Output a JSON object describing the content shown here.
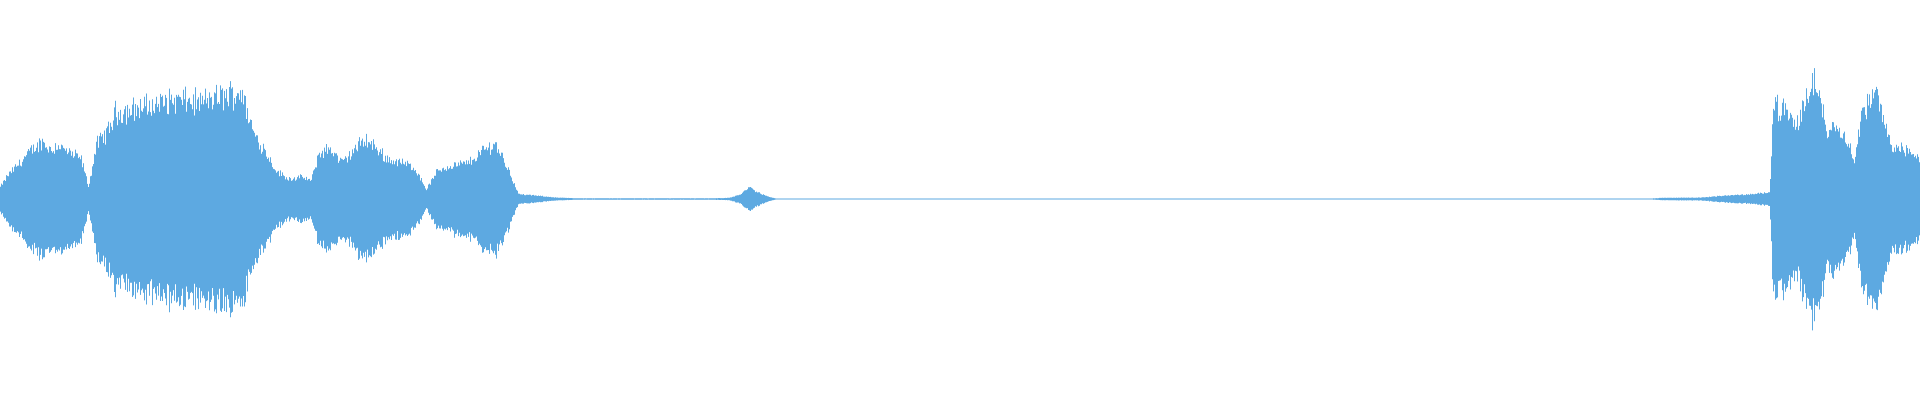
{
  "waveform": {
    "color": "#5DA9E1",
    "background": "#ffffff",
    "envelope": [
      [
        0.0,
        0.1
      ],
      [
        0.004,
        0.2
      ],
      [
        0.01,
        0.3
      ],
      [
        0.016,
        0.4
      ],
      [
        0.022,
        0.48
      ],
      [
        0.026,
        0.41
      ],
      [
        0.03,
        0.45
      ],
      [
        0.036,
        0.38
      ],
      [
        0.042,
        0.34
      ],
      [
        0.046,
        0.1
      ],
      [
        0.05,
        0.45
      ],
      [
        0.056,
        0.56
      ],
      [
        0.06,
        0.72
      ],
      [
        0.066,
        0.73
      ],
      [
        0.072,
        0.76
      ],
      [
        0.08,
        0.78
      ],
      [
        0.088,
        0.82
      ],
      [
        0.096,
        0.82
      ],
      [
        0.104,
        0.8
      ],
      [
        0.112,
        0.84
      ],
      [
        0.12,
        0.87
      ],
      [
        0.126,
        0.9
      ],
      [
        0.128,
        0.75
      ],
      [
        0.132,
        0.55
      ],
      [
        0.138,
        0.4
      ],
      [
        0.144,
        0.23
      ],
      [
        0.15,
        0.17
      ],
      [
        0.158,
        0.18
      ],
      [
        0.162,
        0.15
      ],
      [
        0.166,
        0.38
      ],
      [
        0.172,
        0.42
      ],
      [
        0.178,
        0.3
      ],
      [
        0.184,
        0.4
      ],
      [
        0.19,
        0.5
      ],
      [
        0.196,
        0.42
      ],
      [
        0.202,
        0.33
      ],
      [
        0.21,
        0.3
      ],
      [
        0.216,
        0.26
      ],
      [
        0.222,
        0.08
      ],
      [
        0.228,
        0.24
      ],
      [
        0.236,
        0.28
      ],
      [
        0.244,
        0.3
      ],
      [
        0.252,
        0.41
      ],
      [
        0.258,
        0.46
      ],
      [
        0.262,
        0.34
      ],
      [
        0.266,
        0.2
      ],
      [
        0.27,
        0.04
      ],
      [
        0.278,
        0.03
      ],
      [
        0.29,
        0.012
      ],
      [
        0.3,
        0.006
      ],
      [
        0.37,
        0.006
      ],
      [
        0.38,
        0.01
      ],
      [
        0.386,
        0.04
      ],
      [
        0.39,
        0.1
      ],
      [
        0.394,
        0.06
      ],
      [
        0.4,
        0.02
      ],
      [
        0.404,
        0.004
      ],
      [
        0.5,
        0.003
      ],
      [
        0.68,
        0.003
      ],
      [
        0.86,
        0.004
      ],
      [
        0.866,
        0.01
      ],
      [
        0.886,
        0.012
      ],
      [
        0.9,
        0.03
      ],
      [
        0.914,
        0.04
      ],
      [
        0.922,
        0.06
      ],
      [
        0.924,
        0.8
      ],
      [
        0.93,
        0.72
      ],
      [
        0.936,
        0.6
      ],
      [
        0.942,
        0.9
      ],
      [
        0.946,
        0.98
      ],
      [
        0.952,
        0.58
      ],
      [
        0.958,
        0.62
      ],
      [
        0.962,
        0.5
      ],
      [
        0.966,
        0.32
      ],
      [
        0.97,
        0.72
      ],
      [
        0.974,
        0.8
      ],
      [
        0.978,
        0.88
      ],
      [
        0.982,
        0.6
      ],
      [
        0.986,
        0.45
      ],
      [
        0.99,
        0.42
      ],
      [
        0.996,
        0.38
      ],
      [
        1.0,
        0.35
      ]
    ]
  }
}
